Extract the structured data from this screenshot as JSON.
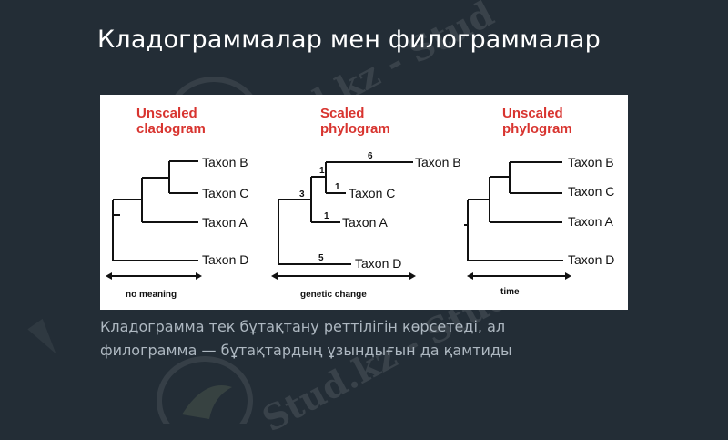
{
  "slide": {
    "title": "Кладограммалар мен филограммалар",
    "caption_line1": "Кладограмма тек бұтақтану реттілігін көрсетеді, ал",
    "caption_line2": "филограмма — бұтақтардың ұзындығын да қамтиды"
  },
  "watermark": {
    "text": "Stud.kz - Stud.kz",
    "logo_icon": "hummingbird-logo-icon"
  },
  "figure": {
    "panels": [
      {
        "title_line1": "Unscaled",
        "title_line2": "cladogram",
        "taxa": [
          "Taxon B",
          "Taxon C",
          "Taxon A",
          "Taxon D"
        ],
        "axis_label": "no meaning"
      },
      {
        "title_line1": "Scaled",
        "title_line2": "phylogram",
        "taxa": [
          "Taxon B",
          "Taxon C",
          "Taxon A",
          "Taxon D"
        ],
        "branch_lengths": [
          "6",
          "1",
          "1",
          "3",
          "1",
          "5"
        ],
        "axis_label": "genetic change"
      },
      {
        "title_line1": "Unscaled",
        "title_line2": "phylogram",
        "taxa": [
          "Taxon B",
          "Taxon C",
          "Taxon A",
          "Taxon D"
        ],
        "axis_label": "time"
      }
    ],
    "colors": {
      "title_red": "#d8342f",
      "line": "#111111"
    }
  }
}
